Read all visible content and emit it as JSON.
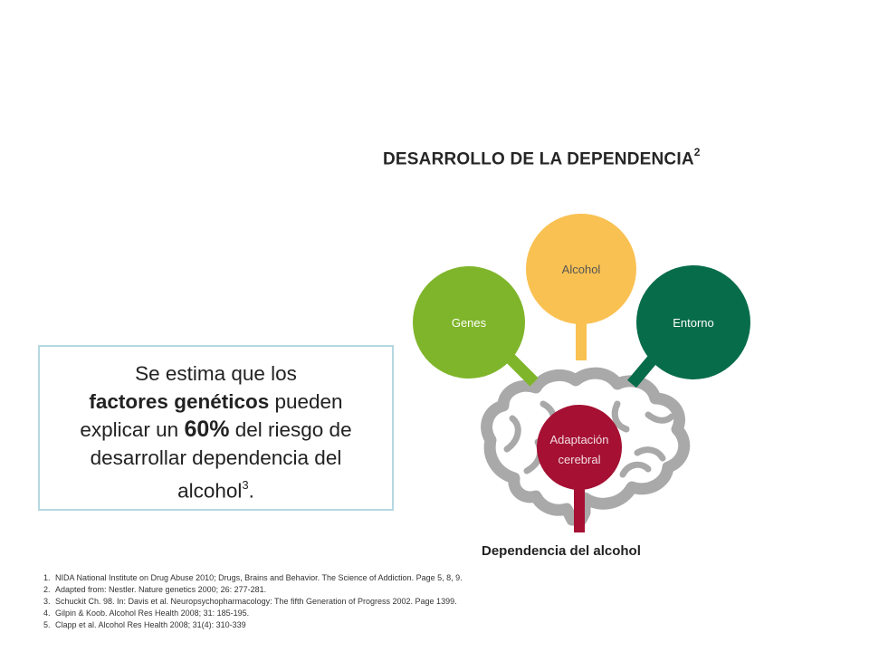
{
  "title": {
    "text": "DESARROLLO DE LA DEPENDENCIA",
    "sup": "2"
  },
  "factors": {
    "genes": {
      "label": "Genes",
      "color": "#7fb52a"
    },
    "alcohol": {
      "label": "Alcohol",
      "color": "#f9c152"
    },
    "entorno": {
      "label": "Entorno",
      "color": "#076c4a"
    }
  },
  "center": {
    "label_line1": "Adaptación",
    "label_line2": "cerebral",
    "color": "#a51033"
  },
  "brain_color": "#a9a9a9",
  "outcome_label": "Dependencia del alcohol",
  "infobox": {
    "line1": "Se estima que los",
    "bold_phrase": "factores genéticos",
    "line2_rest": " pueden",
    "line3_prefix": "explicar un ",
    "percent": "60%",
    "line3_suffix": " del riesgo de",
    "line4": "desarrollar dependencia del",
    "line5": "alcohol",
    "line5_sup": "3",
    "line5_end": ".",
    "border_color": "#b5d8e1"
  },
  "references": [
    {
      "num": "1.",
      "text": "NIDA National Institute on Drug Abuse 2010; Drugs, Brains and Behavior. The Science of Addiction. Page 5, 8, 9."
    },
    {
      "num": "2.",
      "text": "Adapted from: Nestler. Nature genetics 2000; 26: 277-281."
    },
    {
      "num": "3.",
      "text": "Schuckit Ch. 98. In: Davis et al. Neuropsychopharmacology: The fifth Generation of Progress 2002. Page 1399."
    },
    {
      "num": "4.",
      "text": "Gilpin & Koob. Alcohol Res Health 2008; 31: 185-195."
    },
    {
      "num": "5.",
      "text": "Clapp et al. Alcohol Res Health 2008; 31(4): 310-339"
    }
  ]
}
